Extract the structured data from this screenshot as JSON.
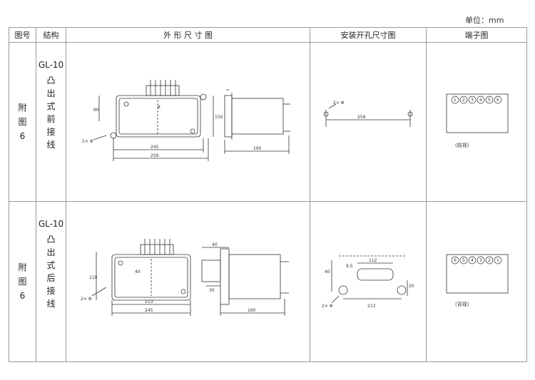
{
  "unit_label": "单位：mm",
  "headers": [
    "图号",
    "结构",
    "外 形 尺 寸 图",
    "安装开孔尺寸图",
    "端子图"
  ],
  "rows": [
    {
      "figure_no": [
        "附",
        "图",
        "6"
      ],
      "model": "GL-10",
      "structure_chars": [
        "凸",
        "出",
        "式",
        "前",
        "接",
        "线"
      ],
      "outline_dims": {
        "w245": "245",
        "w259": "259",
        "h90": "90",
        "h150": "150",
        "d160": "160",
        "d8": "8",
        "hole": "2× Φ"
      },
      "install_dims": {
        "w259": "259",
        "hole": "2× Φ"
      },
      "terminals": [
        "1",
        "2",
        "3",
        "4",
        "5",
        "6"
      ],
      "terminal_caption": "(前视)"
    },
    {
      "figure_no": [
        "附",
        "图",
        "6"
      ],
      "model": "GL-10",
      "structure_chars": [
        "凸",
        "出",
        "式",
        "后",
        "接",
        "线"
      ],
      "outline_dims": {
        "w213": "213",
        "w245": "245",
        "h110": "110",
        "d40": "40",
        "d160": "160",
        "d30": "30",
        "d40b": "40",
        "hole": "2× Φ"
      },
      "install_dims": {
        "w112": "112",
        "w213": "213",
        "h40": "40",
        "h95": "9.5",
        "h20": "20",
        "hole": "2× Φ"
      },
      "terminals": [
        "6",
        "5",
        "4",
        "3",
        "2",
        "1"
      ],
      "terminal_caption": "(背视)"
    }
  ]
}
